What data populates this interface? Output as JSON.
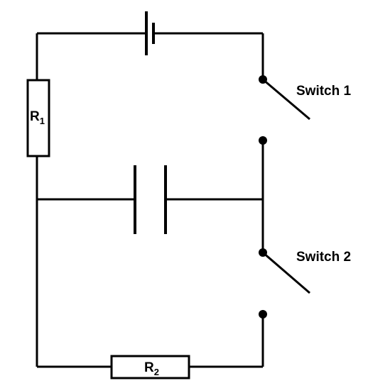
{
  "diagram": {
    "components": {
      "switch1": {
        "label": "Switch 1"
      },
      "switch2": {
        "label": "Switch 2"
      },
      "r1": {
        "label": "R",
        "subscript": "1"
      },
      "r2": {
        "label": "R",
        "subscript": "2"
      }
    },
    "colors": {
      "line": "#000000",
      "background": "#ffffff"
    }
  }
}
